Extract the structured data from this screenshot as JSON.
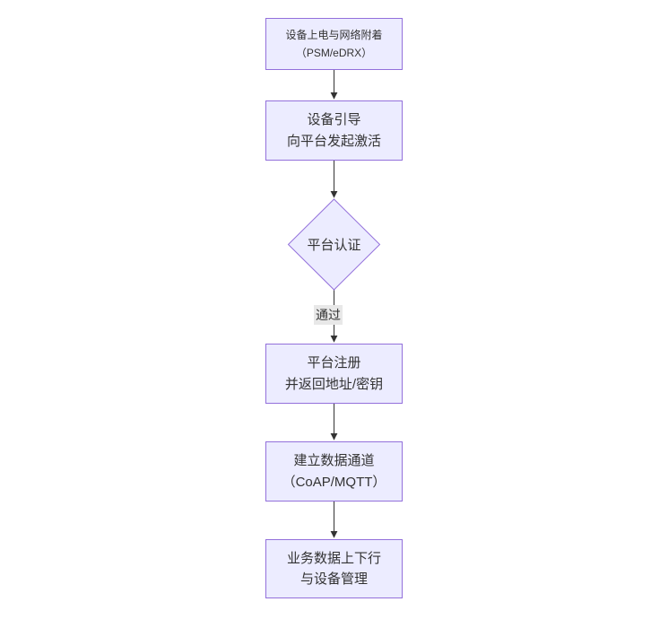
{
  "flowchart": {
    "type": "flowchart-vertical",
    "background": "#ffffff",
    "nodes": [
      {
        "index": 0,
        "shape": "rect",
        "lines": [
          "设备上电与网络附着",
          "（PSM/eDRX）"
        ]
      },
      {
        "index": 1,
        "shape": "rect",
        "lines": [
          "设备引导",
          "向平台发起激活"
        ]
      },
      {
        "index": 2,
        "shape": "diamond",
        "lines": [
          "平台认证"
        ]
      },
      {
        "index": 3,
        "shape": "rect",
        "lines": [
          "平台注册",
          "并返回地址/密钥"
        ]
      },
      {
        "index": 4,
        "shape": "rect",
        "lines": [
          "建立数据通道",
          "（CoAP/MQTT）"
        ]
      },
      {
        "index": 5,
        "shape": "rect",
        "lines": [
          "业务数据上下行",
          "与设备管理"
        ]
      }
    ],
    "edges": [
      {
        "from": 0,
        "to": 1,
        "label": ""
      },
      {
        "from": 1,
        "to": 2,
        "label": ""
      },
      {
        "from": 2,
        "to": 3,
        "label": "通过"
      },
      {
        "from": 3,
        "to": 4,
        "label": ""
      },
      {
        "from": 4,
        "to": 5,
        "label": ""
      }
    ],
    "colors": {
      "node_fill": "#ECECFF",
      "node_border": "#9370DB",
      "node_text": "#333333",
      "edge_stroke": "#333333",
      "edge_label_bg": "#e8e8e8",
      "background": "#ffffff"
    }
  }
}
